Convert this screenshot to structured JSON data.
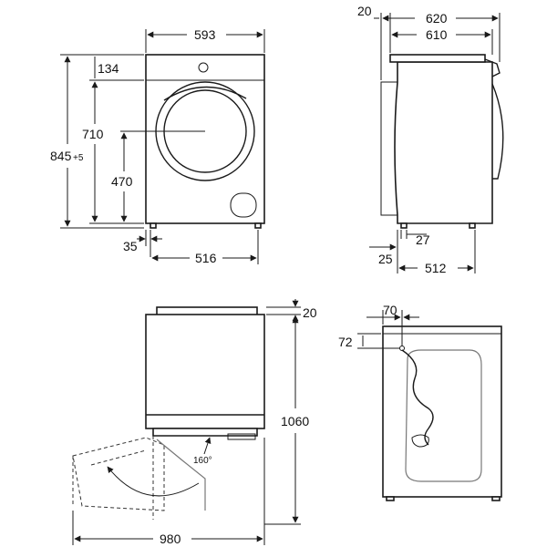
{
  "front_view": {
    "width_label": "593",
    "top_height_label": "134",
    "height_label": "710",
    "total_height_label": "845",
    "total_height_tolerance": "+5",
    "door_center_label": "470",
    "foot_inset_label": "35",
    "foot_span_label": "516"
  },
  "side_view": {
    "back_offset_label": "20",
    "overall_depth_label": "620",
    "body_depth_label": "610",
    "foot_offset_label": "27",
    "rear_foot_label": "25",
    "foot_depth_label": "512"
  },
  "door_view": {
    "top_clearance_label": "20",
    "open_height_label": "1060",
    "door_angle_label": "160°",
    "open_width_label": "980"
  },
  "rear_view": {
    "hose_x_label": "70",
    "hose_y_label": "72"
  }
}
